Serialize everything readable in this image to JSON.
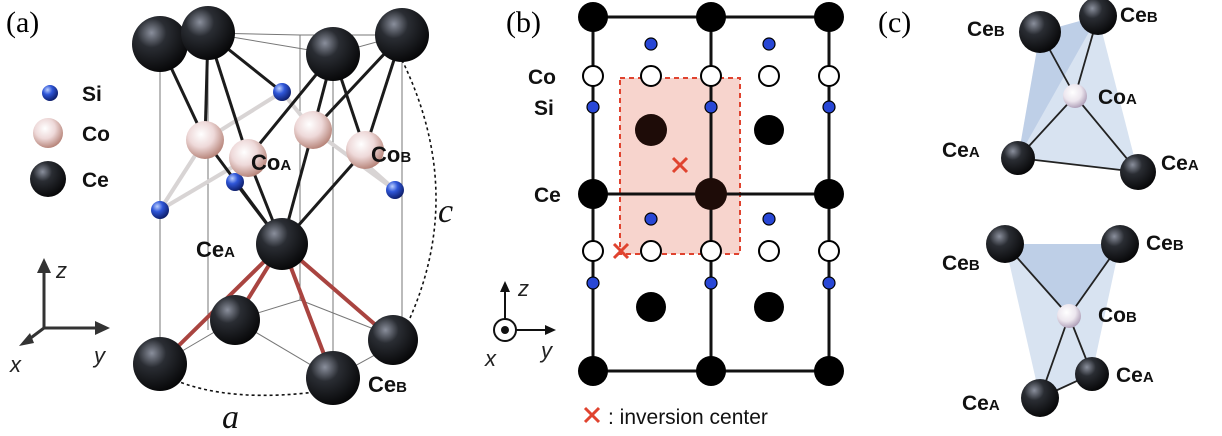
{
  "panels": {
    "a": "(a)",
    "b": "(b)",
    "c": "(c)"
  },
  "legend": {
    "si": "Si",
    "co": "Co",
    "ce": "Ce"
  },
  "atoms": {
    "co": "Co",
    "ce": "Ce",
    "sub_a": "A",
    "sub_b": "B",
    "si": "Si"
  },
  "axes": {
    "x": "x",
    "y": "y",
    "z": "z"
  },
  "lattice": {
    "a": "a",
    "c": "c"
  },
  "inversion_note": "× : inversion center",
  "colors": {
    "inversion_mark": "#e0432f",
    "bond_red": "#a94440",
    "shade_red": "#f4c2b8",
    "shade_blue": "#b8cce6"
  }
}
